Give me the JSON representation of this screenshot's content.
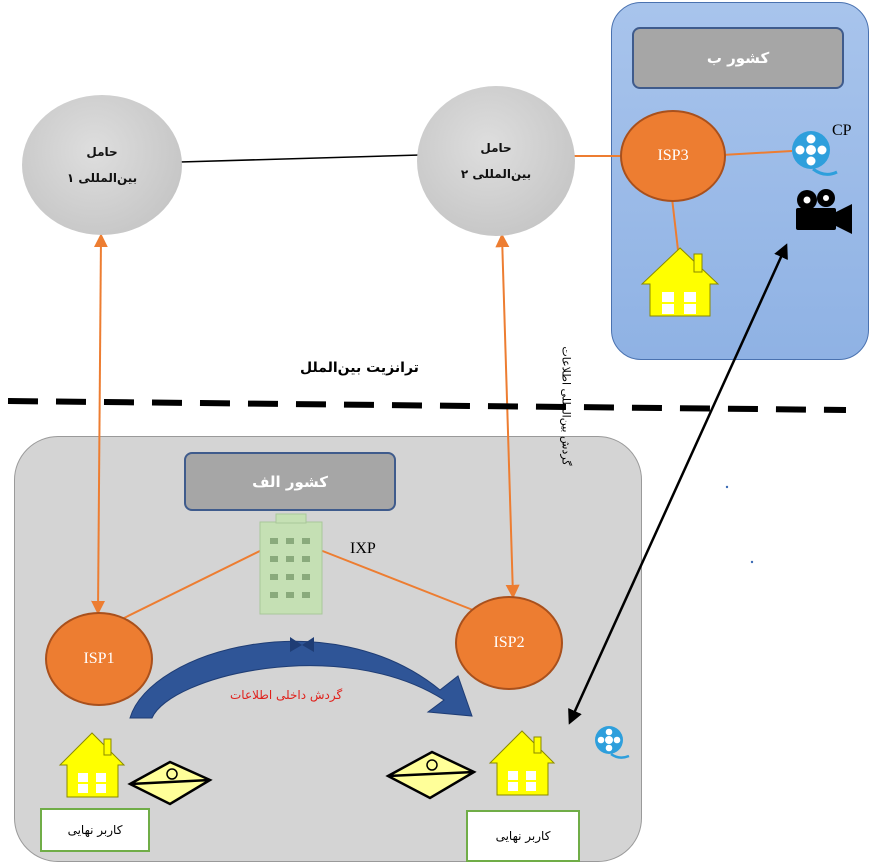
{
  "country_a": {
    "label": "کشور الف"
  },
  "country_b": {
    "label": "کشور ب"
  },
  "carrier_1": {
    "line1": "حامل",
    "line2": "بین‌المللی ۱"
  },
  "carrier_2": {
    "line1": "حامل",
    "line2": "بین‌المللی ۲"
  },
  "isp1": {
    "label": "ISP1"
  },
  "isp2": {
    "label": "ISP2"
  },
  "isp3": {
    "label": "ISP3"
  },
  "ixp": {
    "label": "IXP"
  },
  "cp": {
    "label": "CP"
  },
  "transit": {
    "label": "ترانزیت بین‌الملل"
  },
  "international_flow": {
    "label": "گردش بین‌المللی اطلاعات"
  },
  "domestic_flow": {
    "label": "گردش داخلی اطلاعات"
  },
  "end_user_left": {
    "label": "کاربر نهایی"
  },
  "end_user_right": {
    "label": "کاربر نهایی"
  },
  "colors": {
    "isp": "#ed7d31",
    "link": "#ed7d31",
    "house": "#ffff00",
    "region_a": "#d4d4d4",
    "region_b": "#9dbbe8",
    "domestic_arrow": "#2f5597",
    "domestic_text": "#e0201b",
    "film_icon": "#2e9fdc"
  },
  "icons": [
    "house-icon",
    "envelope-icon",
    "building-icon",
    "film-reel-icon",
    "movie-camera-icon"
  ]
}
